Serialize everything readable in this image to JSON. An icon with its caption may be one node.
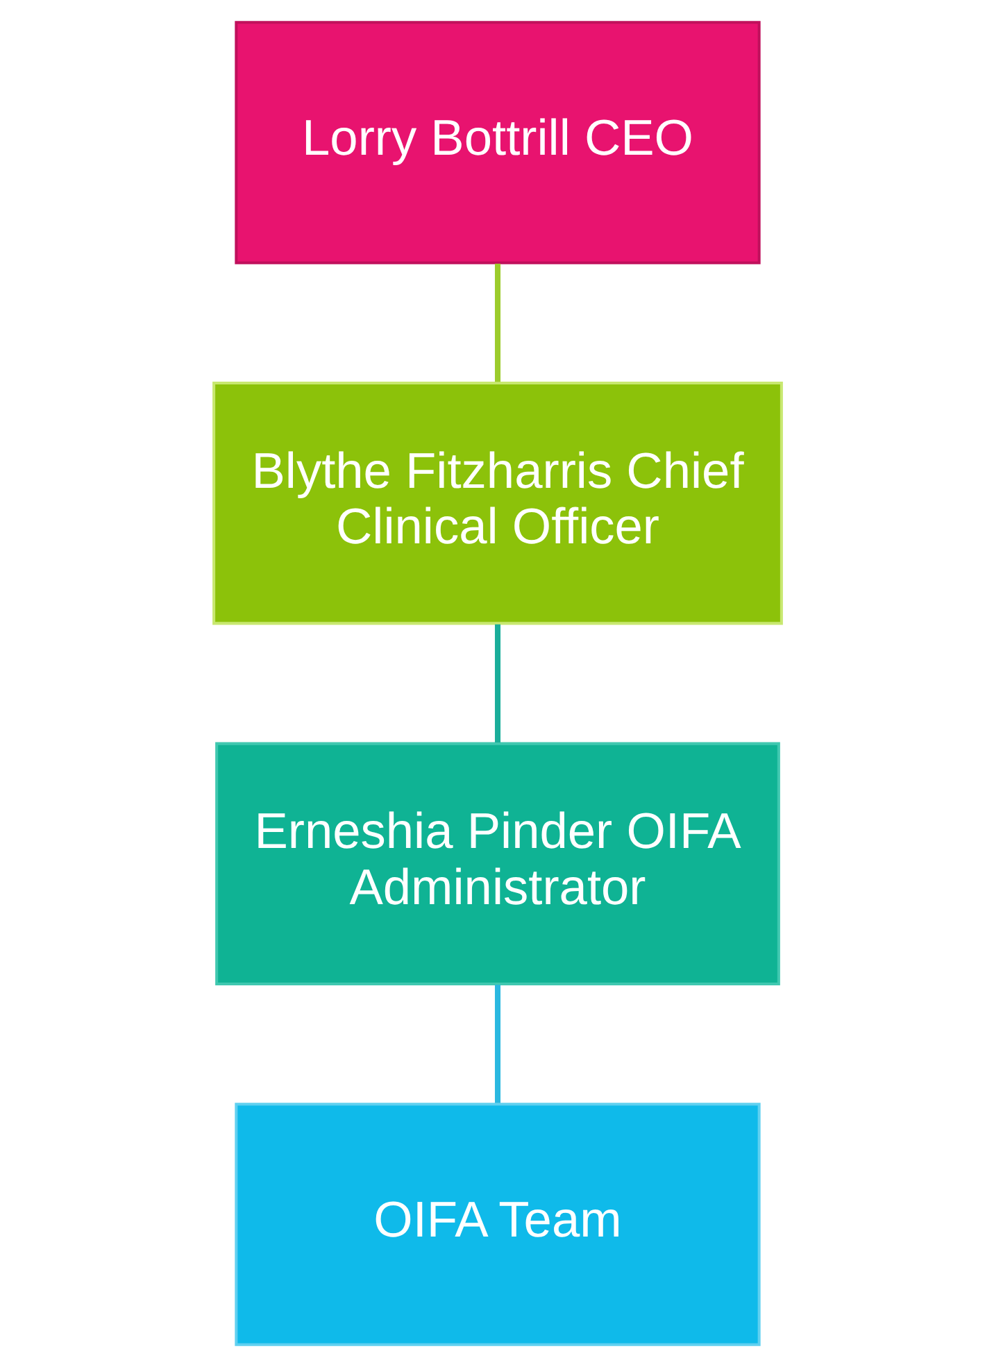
{
  "diagram": {
    "nodes": [
      {
        "text": [
          "Lorry Bottrill CEO"
        ]
      },
      {
        "text": [
          "Blythe Fitzharris Chief Clinical Officer"
        ]
      },
      {
        "text": [
          "Erneshia Pinder OIFA Administrator"
        ]
      },
      {
        "text": [
          "OIFA Team"
        ]
      }
    ],
    "edges": [
      {
        "from": 0,
        "to": 1,
        "arrow": "none",
        "color": "#9ccc2c"
      },
      {
        "from": 1,
        "to": 2,
        "arrow": "none",
        "color": "#1aae9a"
      },
      {
        "from": 2,
        "to": 3,
        "arrow": "none",
        "color": "#2ab8e0"
      }
    ]
  }
}
